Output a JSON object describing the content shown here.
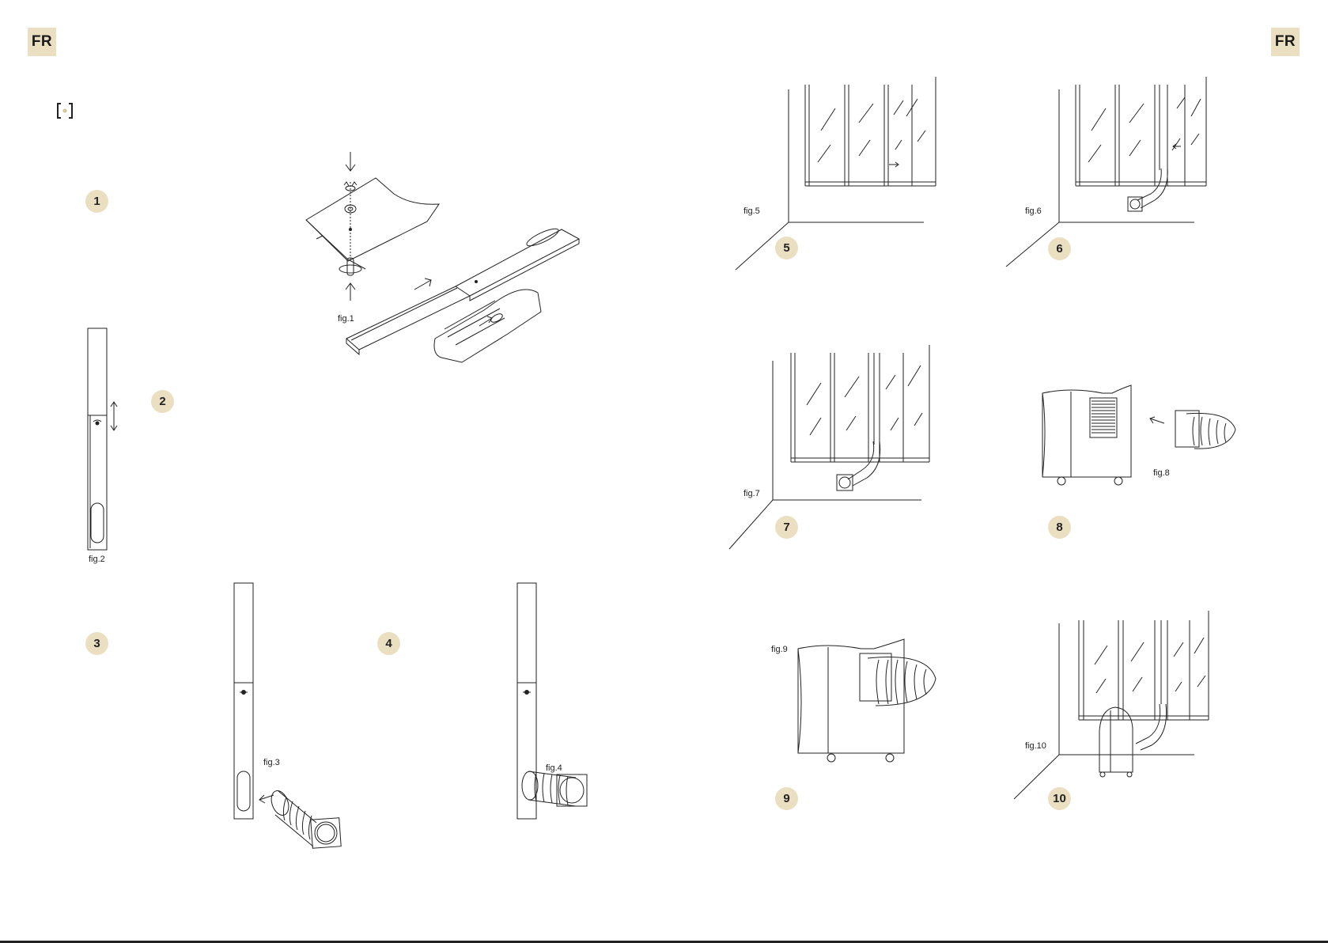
{
  "document": {
    "language_badge_left": "FR",
    "language_badge_right": "FR"
  },
  "accent_color": "#ebdfc1",
  "left_page": {
    "corner_icon": "bracket-dot-icon",
    "steps": [
      "1",
      "2",
      "3",
      "4"
    ],
    "figures": [
      "fig.1",
      "fig.2",
      "fig.3",
      "fig.4"
    ]
  },
  "right_page": {
    "steps": [
      "5",
      "6",
      "7",
      "8",
      "9",
      "10"
    ],
    "figures": [
      "fig.5",
      "fig.6",
      "fig.7",
      "fig.8",
      "fig.9",
      "fig.10"
    ]
  }
}
